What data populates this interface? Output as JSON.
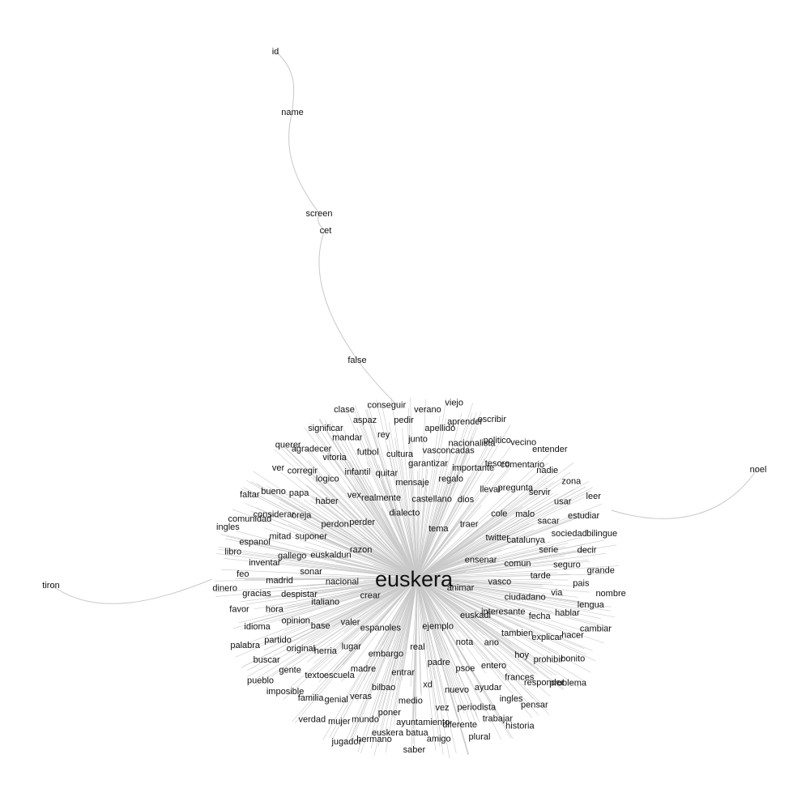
{
  "graph": {
    "hub": "euskera",
    "edge_color": "#c8c8c8",
    "text_color": "#111111",
    "background": "#ffffff",
    "chain": [
      "id",
      "name",
      "screen",
      "cet",
      "false"
    ],
    "isolated_links": [
      {
        "from": "euskera",
        "to": "noel"
      },
      {
        "from": "euskera",
        "to": "tiron"
      }
    ],
    "inner_words": [
      "animar",
      "crear",
      "tema",
      "ejemplo",
      "razon",
      "ensenar",
      "espanoles",
      "dialecto",
      "euskadi",
      "nacional",
      "traer",
      "real",
      "perder",
      "vasco",
      "valer",
      "castellano",
      "nota",
      "euskaldun",
      "twitter",
      "embargo",
      "realmente",
      "interesante",
      "italiano",
      "dios",
      "padre",
      "perdon",
      "comun",
      "lugar",
      "mensaje",
      "ano",
      "sonar",
      "cole",
      "entrar",
      "vex",
      "ciudadano",
      "base",
      "regalo",
      "psoe",
      "suponer",
      "catalunya",
      "madre",
      "quitar",
      "tambien",
      "despistar",
      "llevar",
      "xd",
      "haber",
      "tarde",
      "herria",
      "garantizar",
      "entero",
      "gallego",
      "malo",
      "bilbao",
      "infantil",
      "fecha",
      "opinion",
      "importante",
      "nuevo",
      "oreja",
      "serie",
      "escuela",
      "cultura",
      "hoy",
      "madrid",
      "pregunta",
      "medio",
      "logico",
      "via",
      "original",
      "vasconcadas",
      "ayudar",
      "mitad",
      "sacar",
      "veras",
      "futbol",
      "explicar",
      "hora",
      "tesoro",
      "vez",
      "papa",
      "seguro",
      "texto",
      "junto",
      "frances",
      "inventar",
      "servir",
      "poner",
      "vitoria",
      "hablar",
      "partido",
      "nacionalista",
      "periodista",
      "considerar",
      "sociedad",
      "genial",
      "rey",
      "prohibir",
      "gracias",
      "comentario",
      "ayuntamiento",
      "corregir",
      "pais",
      "gente",
      "apellido",
      "ingles",
      "espanol",
      "usar",
      "mundo",
      "mandar",
      "hacer",
      "idioma",
      "politico",
      "diferente",
      "bueno",
      "decir",
      "familia",
      "pedir",
      "responder",
      "feo",
      "nadie",
      "euskera batua",
      "agradecer",
      "lengua",
      "buscar",
      "aprender",
      "trabajar",
      "comunidad",
      "estudiar",
      "mujer",
      "aspaz",
      "bonito",
      "favor",
      "vecino",
      "amigo",
      "ver",
      "grande",
      "imposible",
      "verano",
      "pensar",
      "libro",
      "zona",
      "hermano",
      "significar",
      "cambiar",
      "palabra",
      "escribir",
      "plural",
      "faltar",
      "bilingue",
      "verdad",
      "conseguir",
      "problema",
      "dinero",
      "entender",
      "saber",
      "querer",
      "nombre",
      "pueblo",
      "viejo",
      "historia",
      "ingles",
      "leer",
      "jugador",
      "clase"
    ]
  }
}
